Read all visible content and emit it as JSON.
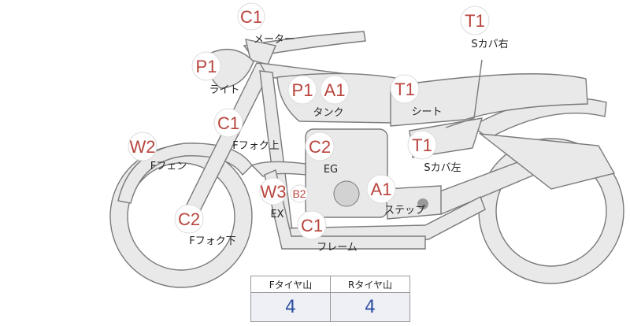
{
  "parts": [
    {
      "id": "meter",
      "code": "C1",
      "label": "メーター"
    },
    {
      "id": "light",
      "code": "P1",
      "label": "ライト"
    },
    {
      "id": "fork-top",
      "code": "C1",
      "label": "Fフォク上"
    },
    {
      "id": "f-fender",
      "code": "W2",
      "label": "Fフェン"
    },
    {
      "id": "fork-low",
      "code": "C2",
      "label": "Fフォク下"
    },
    {
      "id": "tank",
      "codes": [
        "P1",
        "A1"
      ],
      "label": "タンク"
    },
    {
      "id": "seat",
      "code": "T1",
      "label": "シート"
    },
    {
      "id": "s-cover-r",
      "code": "T1",
      "label": "Sカバ右"
    },
    {
      "id": "s-cover-l",
      "code": "T1",
      "label": "Sカバ左"
    },
    {
      "id": "engine",
      "code": "C2",
      "label": "EG"
    },
    {
      "id": "exhaust",
      "code": "W3",
      "code2": "B2",
      "label": "EX"
    },
    {
      "id": "step",
      "code": "A1",
      "label": "ステップ"
    },
    {
      "id": "frame",
      "code": "C1",
      "label": "フレーム"
    }
  ],
  "tire_table": {
    "headers": [
      "Fタイヤ山",
      "Rタイヤ山"
    ],
    "values": [
      "4",
      "4"
    ]
  },
  "colors": {
    "code": "#b8453d",
    "tire_value": "#2f4fa0",
    "body_fill": "#e9e9e9",
    "outline": "#7a7a7a"
  }
}
